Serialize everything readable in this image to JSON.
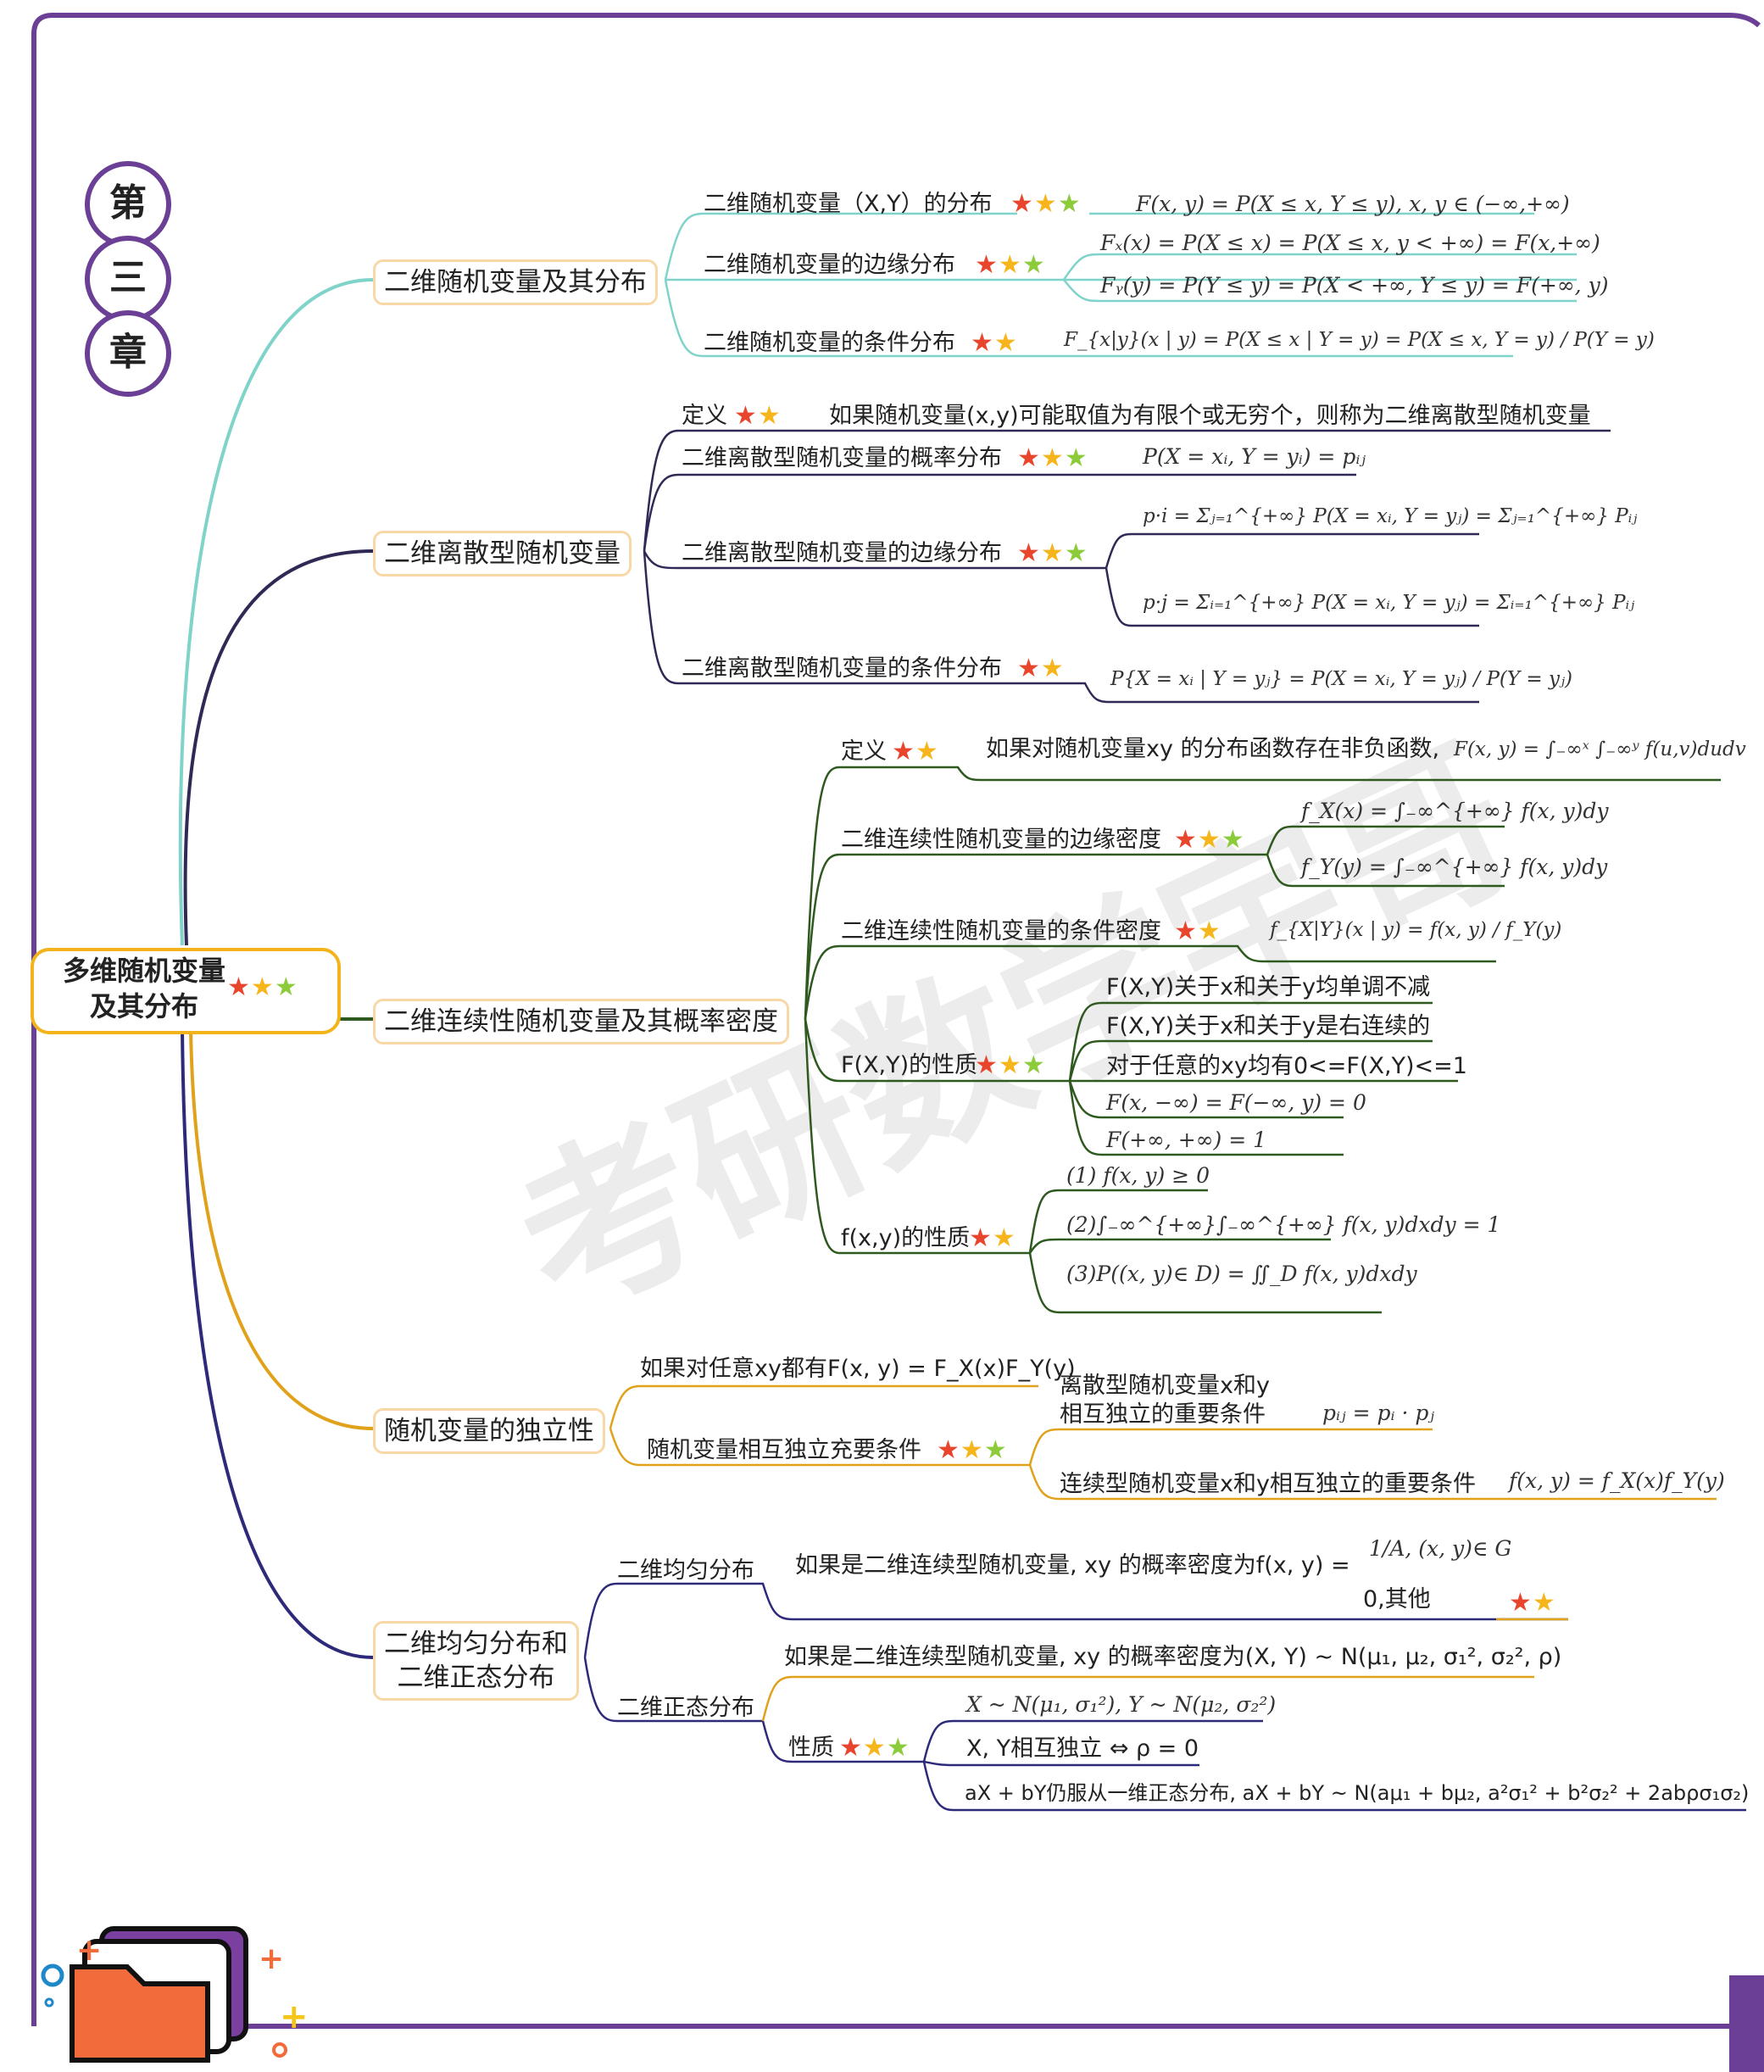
{
  "colors": {
    "frame": "#6b3f96",
    "root_border": "#f2b31b",
    "branch1": "#7fd3c9",
    "branch2": "#2f2a55",
    "branch3": "#2f5a1f",
    "branch4": "#e0a21a",
    "branch5": "#2d2a7a",
    "star_red": "#e8452c",
    "star_orange": "#f5b51b",
    "star_green": "#8ccc3a"
  },
  "chapter": [
    "第",
    "三",
    "章"
  ],
  "root": {
    "label": "多维随机变量\n及其分布",
    "stars": [
      "★",
      "★",
      "★"
    ]
  },
  "watermark": "考研数学宇哥",
  "branches": {
    "joint": {
      "label": "二维随机变量及其分布",
      "items": [
        {
          "label": "二维随机变量（X,Y）的分布",
          "stars": [
            "★",
            "★",
            "★"
          ],
          "formula": "F(x, y) = P(X ≤ x, Y ≤ y), x, y ∈ (−∞,+∞)"
        },
        {
          "label": "二维随机变量的边缘分布",
          "stars": [
            "★",
            "★",
            "★"
          ],
          "formulas": [
            "Fₓ(x) = P(X ≤ x) = P(X ≤ x, y < +∞) = F(x,+∞)",
            "Fᵧ(y) = P(Y ≤ y) = P(X < +∞, Y ≤ y) = F(+∞, y)"
          ]
        },
        {
          "label": "二维随机变量的条件分布",
          "stars": [
            "★",
            "★"
          ],
          "formula": "F_{x|y}(x | y) = P(X ≤ x | Y = y) = P(X ≤ x, Y = y) / P(Y = y)"
        }
      ]
    },
    "discrete": {
      "label": "二维离散型随机变量",
      "items": [
        {
          "label": "定义",
          "stars": [
            "★",
            "★"
          ],
          "text": "如果随机变量(x,y)可能取值为有限个或无穷个，则称为二维离散型随机变量"
        },
        {
          "label": "二维离散型随机变量的概率分布",
          "stars": [
            "★",
            "★",
            "★"
          ],
          "formula": "P(X = xᵢ, Y = yᵢ) = pᵢⱼ"
        },
        {
          "label": "二维离散型随机变量的边缘分布",
          "stars": [
            "★",
            "★",
            "★"
          ],
          "formulas": [
            "p·i = Σⱼ₌₁^{+∞} P(X = xᵢ, Y = yⱼ) = Σⱼ₌₁^{+∞} Pᵢⱼ",
            "p·j = Σᵢ₌₁^{+∞} P(X = xᵢ, Y = yⱼ) = Σᵢ₌₁^{+∞} Pᵢⱼ"
          ]
        },
        {
          "label": "二维离散型随机变量的条件分布",
          "stars": [
            "★",
            "★"
          ],
          "formula": "P{X = xᵢ | Y = yⱼ} = P(X = xᵢ, Y = yⱼ) / P(Y = yⱼ)"
        }
      ]
    },
    "continuous": {
      "label": "二维连续性随机变量及其概率密度",
      "items": [
        {
          "label": "定义",
          "stars": [
            "★",
            "★"
          ],
          "text": "如果对随机变量xy 的分布函数存在非负函数,",
          "formula": "F(x, y) = ∫₋∞ˣ ∫₋∞ʸ f(u,v)dudv"
        },
        {
          "label": "二维连续性随机变量的边缘密度",
          "stars": [
            "★",
            "★",
            "★"
          ],
          "formulas": [
            "f_X(x) = ∫₋∞^{+∞} f(x, y)dy",
            "f_Y(y) = ∫₋∞^{+∞} f(x, y)dy"
          ]
        },
        {
          "label": "二维连续性随机变量的条件密度",
          "stars": [
            "★",
            "★"
          ],
          "formula": "f_{X|Y}(x | y) = f(x, y) / f_Y(y)"
        },
        {
          "label": "F(X,Y)的性质",
          "stars": [
            "★",
            "★",
            "★"
          ],
          "props": [
            "F(X,Y)关于x和关于y均单调不减",
            "F(X,Y)关于x和关于y是右连续的",
            "对于任意的xy均有0<=F(X,Y)<=1",
            "F(x, −∞) = F(−∞, y) = 0",
            "F(+∞, +∞) = 1"
          ]
        },
        {
          "label": "f(x,y)的性质",
          "stars": [
            "★",
            "★"
          ],
          "props": [
            "(1) f(x, y) ≥ 0",
            "(2)∫₋∞^{+∞}∫₋∞^{+∞} f(x, y)dxdy = 1",
            "(3)P((x, y)∈ D) = ∬_D f(x, y)dxdy"
          ]
        }
      ]
    },
    "independence": {
      "label": "随机变量的独立性",
      "items": [
        {
          "label": "如果对任意xy都有F(x, y) = F_X(x)F_Y(y)"
        },
        {
          "label": "随机变量相互独立充要条件",
          "stars": [
            "★",
            "★",
            "★"
          ],
          "sub": [
            {
              "label": "离散型随机变量x和y\n相互独立的重要条件",
              "formula": "pᵢⱼ = pᵢ · pⱼ"
            },
            {
              "label": "连续型随机变量x和y相互独立的重要条件",
              "formula": "f(x, y) = f_X(x)f_Y(y)"
            }
          ]
        }
      ]
    },
    "uniform_normal": {
      "label": "二维均匀分布和\n二维正态分布",
      "items": [
        {
          "label": "二维均匀分布",
          "text": "如果是二维连续型随机变量, xy 的概率密度为f(x, y) =",
          "cases": [
            "1/A, (x, y)∈ G",
            "0,其他"
          ],
          "stars": [
            "★",
            "★"
          ]
        },
        {
          "label": "二维正态分布",
          "text": "如果是二维连续型随机变量, xy 的概率密度为(X, Y) ~ N(μ₁, μ₂, σ₁², σ₂², ρ)",
          "prop_label": "性质",
          "stars": [
            "★",
            "★",
            "★"
          ],
          "props": [
            "X ~ N(μ₁, σ₁²), Y ~ N(μ₂, σ₂²)",
            "X, Y相互独立 ⇔ ρ = 0",
            "aX + bY仍服从一维正态分布, aX + bY ~ N(aμ₁ + bμ₂, a²σ₁² + b²σ₂² + 2abρσ₁σ₂)"
          ]
        }
      ]
    }
  }
}
